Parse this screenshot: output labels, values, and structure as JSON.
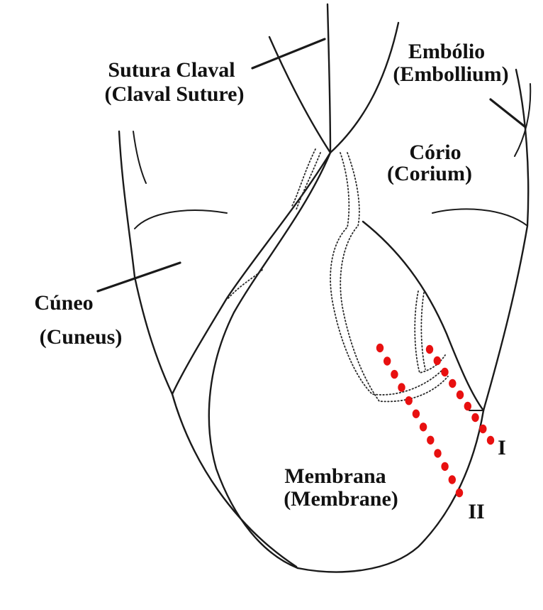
{
  "labels": {
    "claval_suture_pt": "Sutura Claval",
    "claval_suture_en": "(Claval Suture)",
    "embolium_pt": "Embólio",
    "embolium_en": "(Embollium)",
    "corium_pt": "Cório",
    "corium_en": "(Corium)",
    "cuneus_pt": "Cúneo",
    "cuneus_en": "(Cuneus)",
    "membrane_pt": "Membrana",
    "membrane_en": "(Membrane)",
    "cut_line_1": "I",
    "cut_line_2": "II"
  },
  "colors": {
    "ink": "#1a1a1a",
    "cut_lines": "#e81010",
    "background": "#ffffff"
  }
}
